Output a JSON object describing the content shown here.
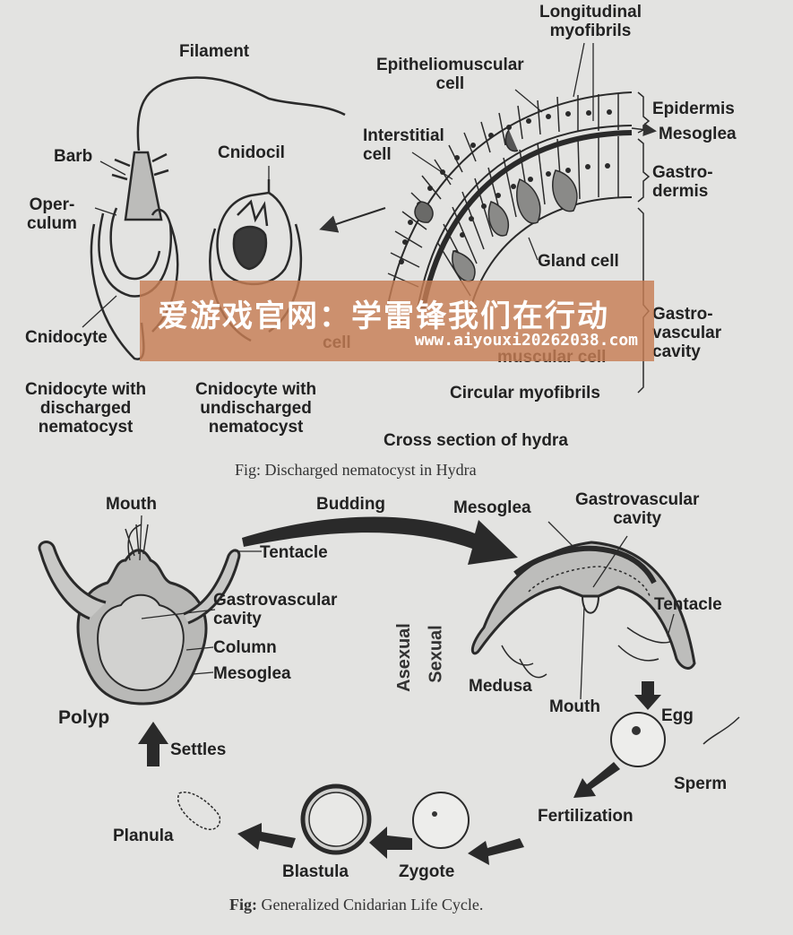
{
  "top_diagram": {
    "labels": {
      "filament": "Filament",
      "longitudinal_myofibrils": "Longitudinal\nmyofibrils",
      "epitheliomuscular_cell": "Epitheliomuscular\ncell",
      "epidermis": "Epidermis",
      "mesoglea": "Mesoglea",
      "gastrodermis": "Gastro-\ndermis",
      "barb": "Barb",
      "cnidocil": "Cnidocil",
      "interstitial_cell": "Interstitial\ncell",
      "operculum": "Oper-\nculum",
      "gland_cell": "Gland cell",
      "cnidocyte": "Cnidocyte",
      "gastrovascular_cavity": "Gastro-\nvascular\ncavity",
      "sensory_cell": "cell",
      "muscular_cell": "muscular cell",
      "circular_myofibrils": "Circular myofibrils",
      "cnidocyte_discharged": "Cnidocyte with\ndischarged\nnematocyst",
      "cnidocyte_undischarged": "Cnidocyte with\nundischarged\nnematocyst",
      "cross_section": "Cross section of hydra"
    },
    "caption": "Fig: Discharged nematocyst in Hydra"
  },
  "bottom_diagram": {
    "labels": {
      "mouth_polyp": "Mouth",
      "budding": "Budding",
      "mesoglea_medusa": "Mesoglea",
      "gastrovascular_cavity_medusa": "Gastrovascular\ncavity",
      "tentacle_polyp": "Tentacle",
      "gastrovascular_cavity_polyp": "Gastrovascular\ncavity",
      "column": "Column",
      "mesoglea_polyp": "Mesoglea",
      "tentacle_medusa": "Tentacle",
      "asexual": "Asexual",
      "sexual": "Sexual",
      "medusa": "Medusa",
      "mouth_medusa": "Mouth",
      "egg": "Egg",
      "polyp": "Polyp",
      "settles": "Settles",
      "sperm": "Sperm",
      "fertilization": "Fertilization",
      "planula": "Planula",
      "blastula": "Blastula",
      "zygote": "Zygote"
    },
    "caption_bold": "Fig:",
    "caption_rest": " Generalized Cnidarian Life Cycle."
  },
  "watermark": {
    "title": "爱游戏官网：学雷锋我们在行动",
    "url": "www.aiyouxi20262038.com",
    "color": "#c77e54"
  }
}
